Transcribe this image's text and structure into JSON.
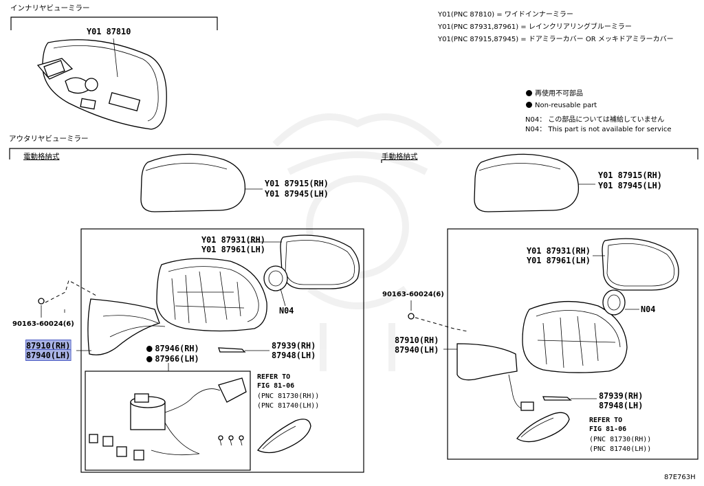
{
  "header": {
    "inner_mirror_title": "インナリヤビューミラー",
    "outer_mirror_title": "アウタリヤビューミラー",
    "electric_label": "電動格納式",
    "manual_label": "手動格納式"
  },
  "legend": {
    "line1": "Y01(PNC 87810) = ワイドインナーミラー",
    "line2": "Y01(PNC 87931,87961) = レインクリアリングブルーミラー",
    "line3": "Y01(PNC 87915,87945) = ドアミラーカバー OR メッキドアミラーカバー",
    "non_reusable_jp": "再使用不可部品",
    "non_reusable_en": "Non-reusable part",
    "n04_jp": "N04： この部品については補給していません",
    "n04_en": "N04： This part is not available for service"
  },
  "parts": {
    "inner_mirror": "Y01 87810",
    "cover_left_rh": "Y01 87915(RH)",
    "cover_left_lh": "Y01 87945(LH)",
    "cover_right_rh": "Y01 87915(RH)",
    "cover_right_lh": "Y01 87945(LH)",
    "glass_left_rh": "Y01 87931(RH)",
    "glass_left_lh": "Y01 87961(LH)",
    "glass_right_rh": "Y01 87931(RH)",
    "glass_right_lh": "Y01 87961(LH)",
    "n04_left": "N04",
    "n04_right": "N04",
    "bolt_left": "90163-60024(6)",
    "bolt_right": "90163-60024(6)",
    "mirror_left_rh": "87910(RH)",
    "mirror_left_lh": "87940(LH)",
    "mirror_right_rh": "87910(RH)",
    "mirror_right_lh": "87940(LH)",
    "motor_rh": "87946(RH)",
    "motor_lh": "87966(LH)",
    "lamp_left_rh": "87939(RH)",
    "lamp_left_lh": "87948(LH)",
    "lamp_right_rh": "87939(RH)",
    "lamp_right_lh": "87948(LH)"
  },
  "refer_left": {
    "line1": "REFER TO",
    "line2": "FIG 81-06",
    "line3": "(PNC 81730(RH))",
    "line4": "(PNC 81740(LH))"
  },
  "refer_right": {
    "line1": "REFER TO",
    "line2": "FIG 81-06",
    "line3": "(PNC 81730(RH))",
    "line4": "(PNC 81740(LH))"
  },
  "figure_code": "87E763H",
  "highlight_color": "#a9b3e6"
}
